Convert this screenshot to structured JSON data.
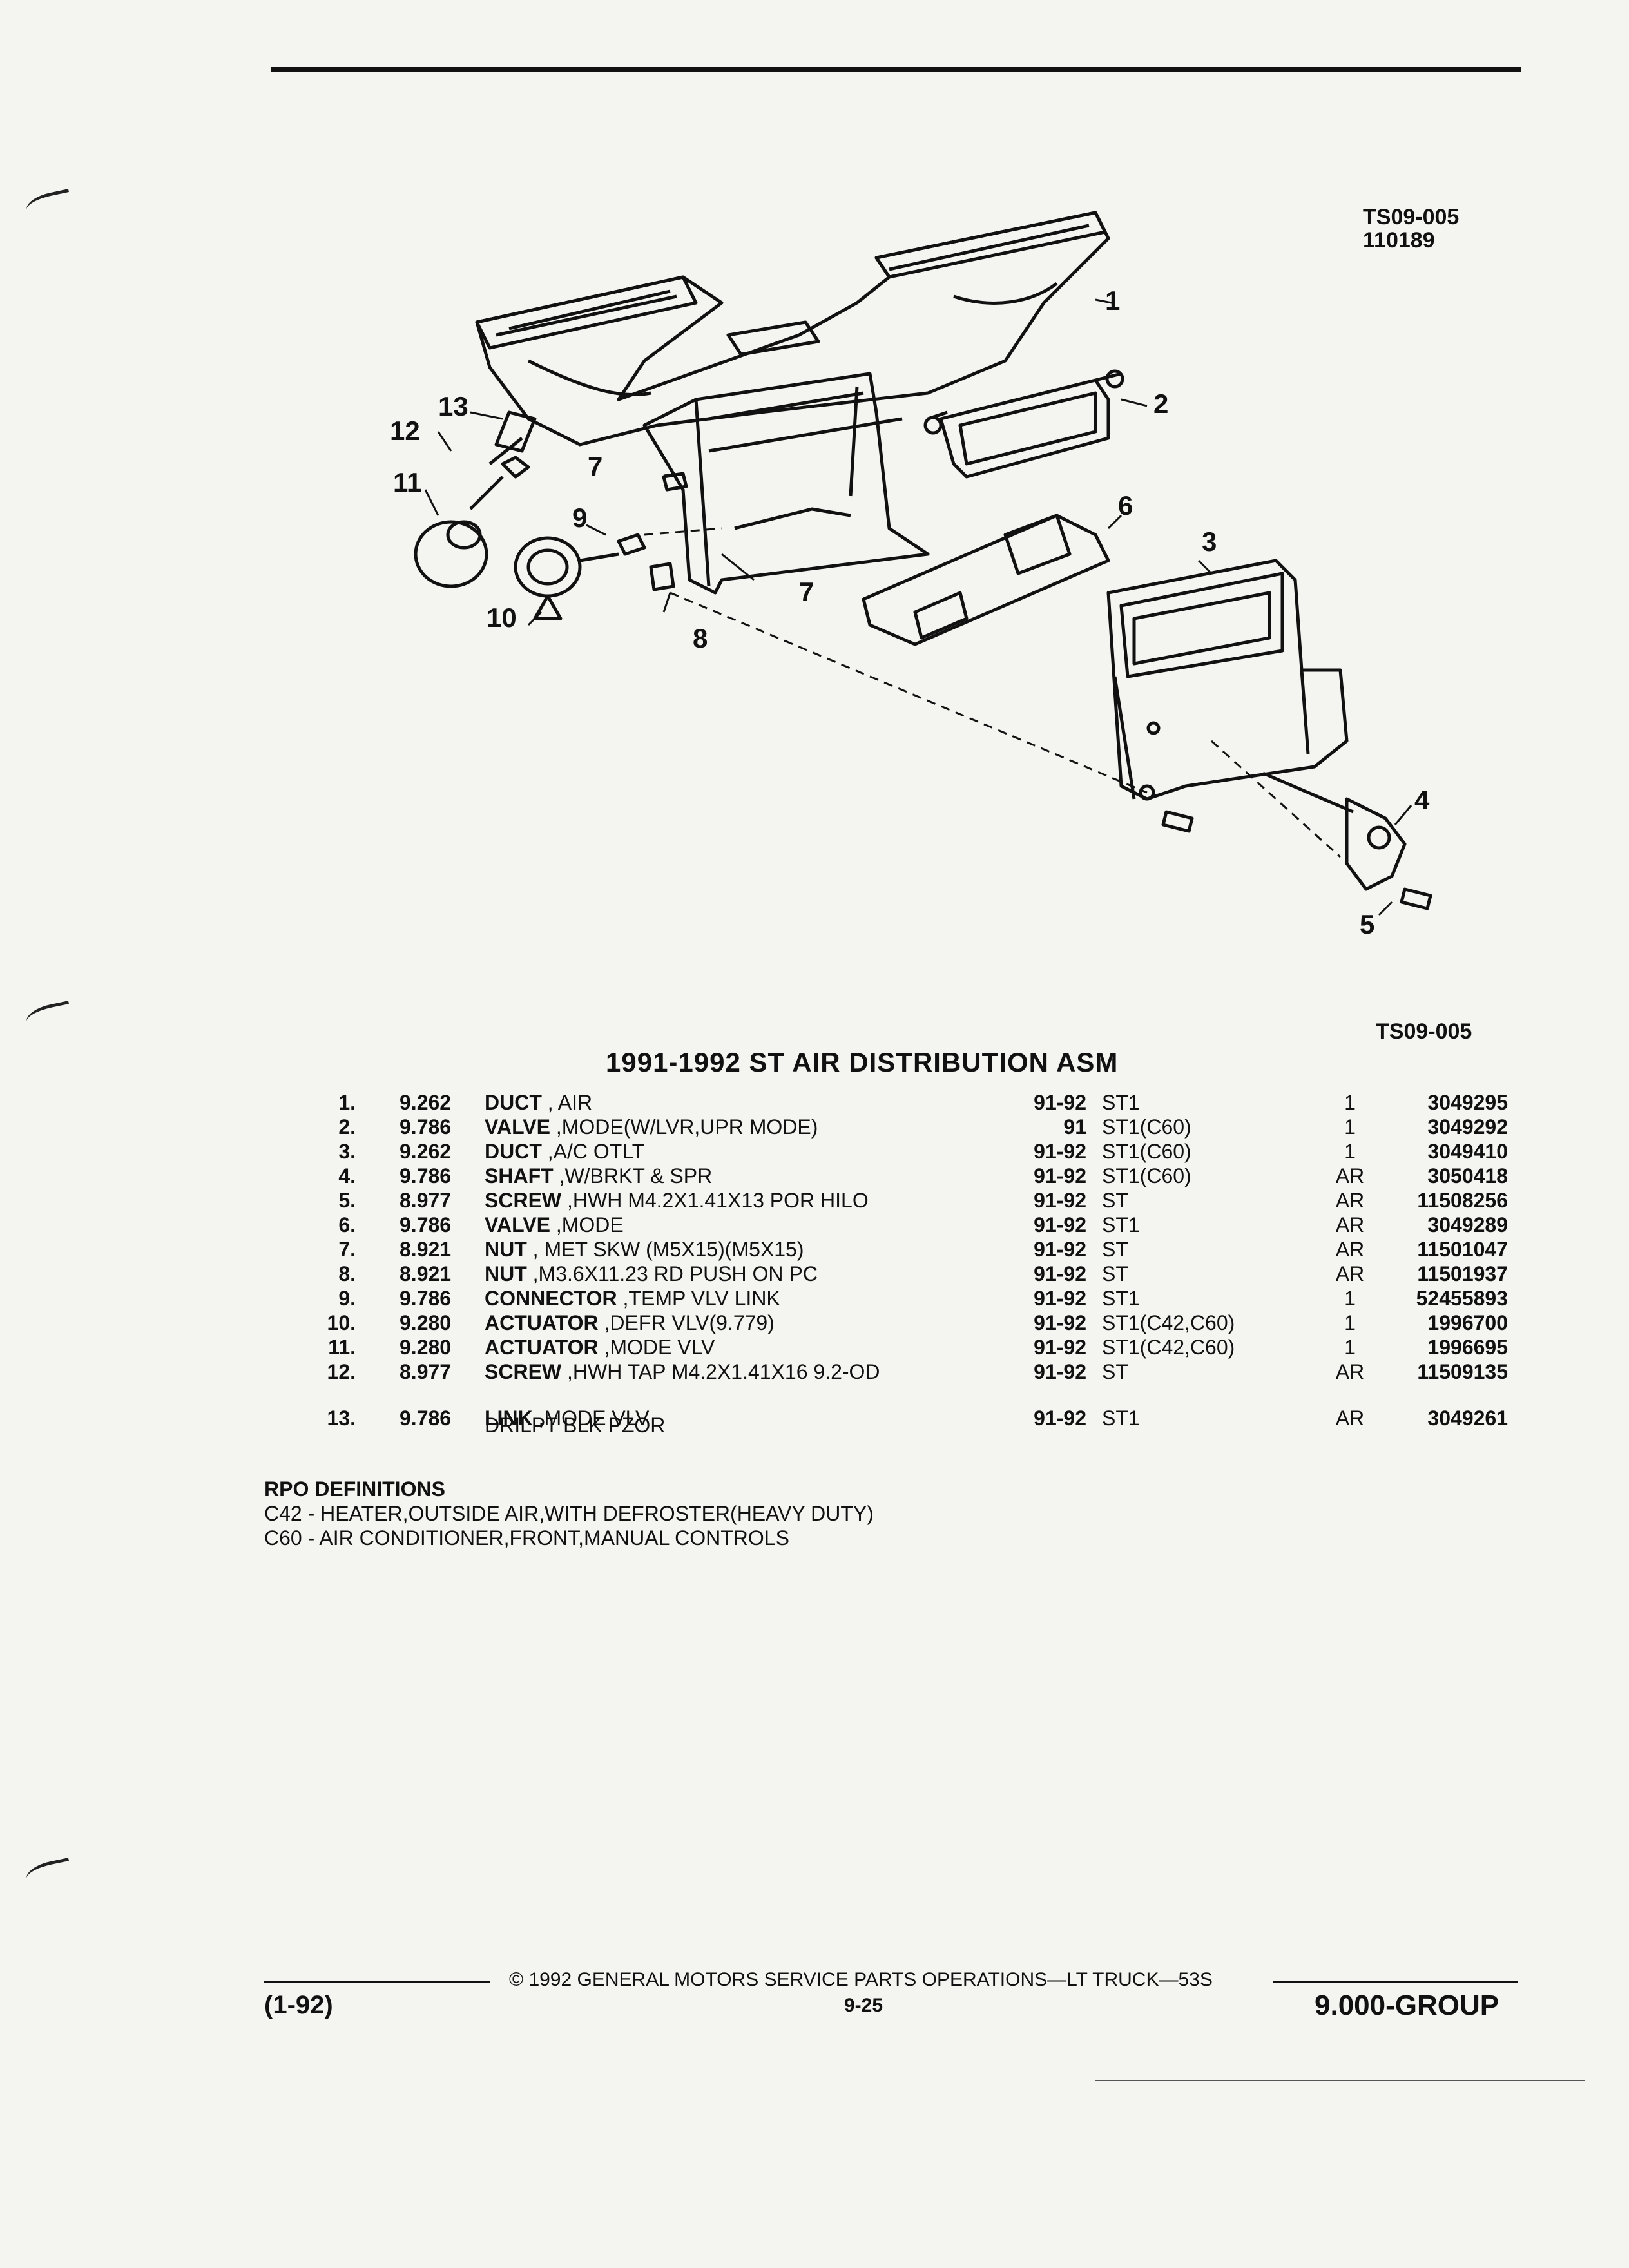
{
  "header": {
    "ref_code": "TS09-005",
    "ref_date": "110189",
    "ref_code_lower": "TS09-005"
  },
  "diagram": {
    "callouts": [
      "1",
      "2",
      "3",
      "4",
      "5",
      "6",
      "7",
      "7",
      "8",
      "9",
      "10",
      "11",
      "12",
      "13"
    ]
  },
  "table": {
    "title": "1991-1992 ST AIR DISTRIBUTION ASM",
    "rows": [
      {
        "num": "1.",
        "group": "9.262",
        "name": "DUCT",
        "desc": ", AIR",
        "years": "91-92",
        "usage": "ST1",
        "qty": "1",
        "part": "3049295"
      },
      {
        "num": "2.",
        "group": "9.786",
        "name": "VALVE",
        "desc": ",MODE(W/LVR,UPR MODE)",
        "years": "91",
        "usage": "ST1(C60)",
        "qty": "1",
        "part": "3049292"
      },
      {
        "num": "3.",
        "group": "9.262",
        "name": "DUCT",
        "desc": ",A/C OTLT",
        "years": "91-92",
        "usage": "ST1(C60)",
        "qty": "1",
        "part": "3049410"
      },
      {
        "num": "4.",
        "group": "9.786",
        "name": "SHAFT",
        "desc": ",W/BRKT & SPR",
        "years": "91-92",
        "usage": "ST1(C60)",
        "qty": "AR",
        "part": "3050418"
      },
      {
        "num": "5.",
        "group": "8.977",
        "name": "SCREW",
        "desc": ",HWH M4.2X1.41X13 POR HILO",
        "years": "91-92",
        "usage": "ST",
        "qty": "AR",
        "part": "11508256"
      },
      {
        "num": "6.",
        "group": "9.786",
        "name": "VALVE",
        "desc": ",MODE",
        "years": "91-92",
        "usage": "ST1",
        "qty": "AR",
        "part": "3049289"
      },
      {
        "num": "7.",
        "group": "8.921",
        "name": "NUT",
        "desc": ", MET SKW (M5X15)(M5X15)",
        "years": "91-92",
        "usage": "ST",
        "qty": "AR",
        "part": "11501047"
      },
      {
        "num": "8.",
        "group": "8.921",
        "name": "NUT",
        "desc": ",M3.6X11.23 RD PUSH ON PC",
        "years": "91-92",
        "usage": "ST",
        "qty": "AR",
        "part": "11501937"
      },
      {
        "num": "9.",
        "group": "9.786",
        "name": "CONNECTOR",
        "desc": ",TEMP VLV LINK",
        "years": "91-92",
        "usage": "ST1",
        "qty": "1",
        "part": "52455893"
      },
      {
        "num": "10.",
        "group": "9.280",
        "name": "ACTUATOR",
        "desc": ",DEFR VLV(9.779)",
        "years": "91-92",
        "usage": "ST1(C42,C60)",
        "qty": "1",
        "part": "1996700"
      },
      {
        "num": "11.",
        "group": "9.280",
        "name": "ACTUATOR",
        "desc": ",MODE VLV",
        "years": "91-92",
        "usage": "ST1(C42,C60)",
        "qty": "1",
        "part": "1996695"
      },
      {
        "num": "12.",
        "group": "8.977",
        "name": "SCREW",
        "desc": ",HWH TAP M4.2X1.41X16 9.2-OD",
        "years": "91-92",
        "usage": "ST",
        "qty": "AR",
        "part": "11509135"
      },
      {
        "num": "13.",
        "group": "9.786",
        "name": "LINK",
        "desc": ",MODE VLV",
        "years": "91-92",
        "usage": "ST1",
        "qty": "AR",
        "part": "3049261"
      }
    ],
    "row12_cont": "DRILPT BLK PZOR"
  },
  "rpo": {
    "heading": "RPO DEFINITIONS",
    "lines": [
      "C42 - HEATER,OUTSIDE AIR,WITH DEFROSTER(HEAVY DUTY)",
      "C60 - AIR CONDITIONER,FRONT,MANUAL CONTROLS"
    ]
  },
  "footer": {
    "copyright": "© 1992 GENERAL MOTORS SERVICE PARTS OPERATIONS—LT TRUCK—53S",
    "date": "(1-92)",
    "page": "9-25",
    "group": "9.000-GROUP"
  }
}
